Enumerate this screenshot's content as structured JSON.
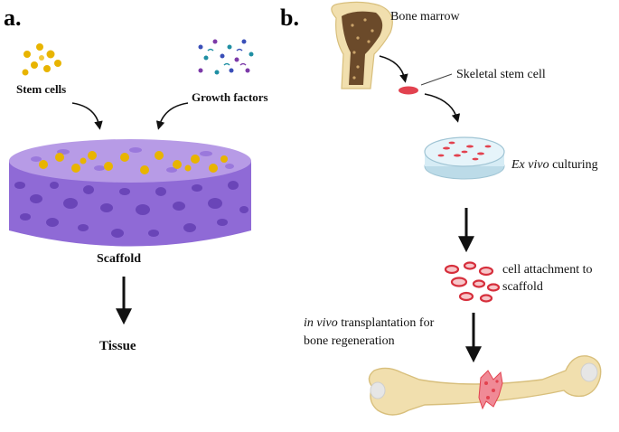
{
  "panel_a": {
    "letter": "a.",
    "stem_cells_label": "Stem cells",
    "growth_factors_label": "Growth factors",
    "scaffold_label": "Scaffold",
    "tissue_label": "Tissue"
  },
  "panel_b": {
    "letter": "b.",
    "bone_marrow_label": "Bone marrow",
    "skeletal_stem_cell_label": "Skeletal stem cell",
    "ex_vivo_italic": "Ex vivo",
    "ex_vivo_rest": " culturing",
    "attachment_line1": "cell attachment to",
    "attachment_line2": "scaffold",
    "transplant_italic": "in vivo",
    "transplant_rest": " transplantation for",
    "transplant_line2": "bone regeneration"
  },
  "colors": {
    "scaffold_top": "#b79be6",
    "scaffold_side": "#8f6ad6",
    "scaffold_pore": "#6a45b8",
    "stem_cell": "#e8b400",
    "bone": "#f1dfae",
    "bone_outline": "#d8bf7c",
    "marrow": "#6b4a2a",
    "cell_red": "#e2424f",
    "dish": "#cfe7f2"
  }
}
